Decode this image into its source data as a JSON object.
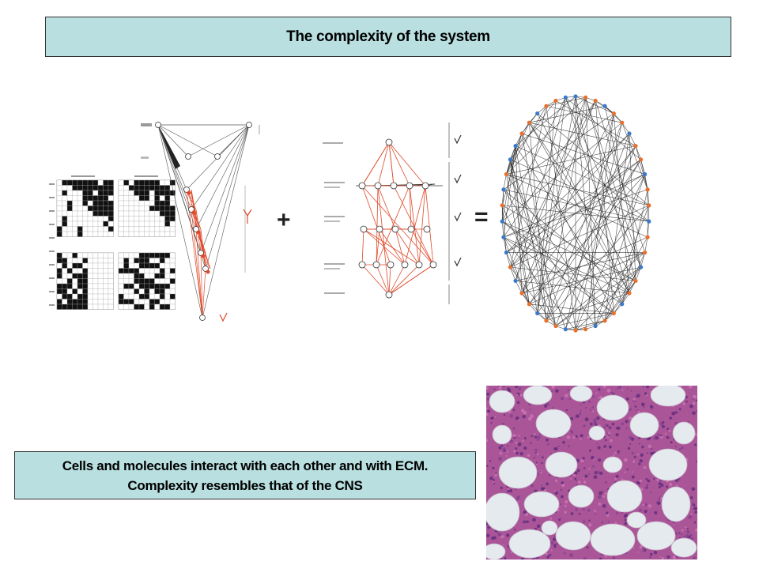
{
  "header": {
    "title": "The complexity of the system"
  },
  "operators": {
    "plus": "+",
    "equals": "="
  },
  "caption": {
    "line1": "Cells and molecules interact with each other and with ECM.",
    "line2": "Complexity resembles that of the CNS"
  },
  "colors": {
    "box_fill": "#b9dfe0",
    "edge_red": "#e04a2a",
    "edge_black": "#222222",
    "node_blue": "#3a79c9",
    "node_orange": "#e8702c",
    "tissue_purple": "#b2569f"
  }
}
